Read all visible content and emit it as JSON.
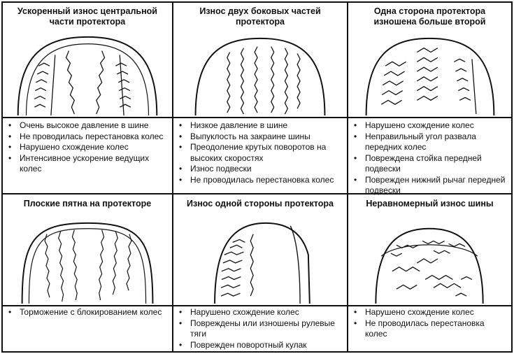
{
  "panels": [
    {
      "title": "Ускоренный износ центральной части протектора",
      "causes": [
        "Очень высокое давление в шине",
        "Не проводилась перестановка колес",
        "Нарушено схождение колес",
        "Интенсивное ускорение ведущих колес"
      ]
    },
    {
      "title": "Износ двух боковых частей протектора",
      "causes": [
        "Низкое давление в шине",
        "Выпуклость на закраине шины",
        "Преодоление крутых поворотов на высоких скоростях",
        "Износ подвески",
        "Не проводилась перестановка колес"
      ]
    },
    {
      "title": "Одна сторона протектора изношена больше второй",
      "causes": [
        "Нарушено схождение колес",
        "Неправильный угол развала передних колес",
        "Повреждена стойка передней подвески",
        "Поврежден нижний рычаг передней подвески"
      ]
    },
    {
      "title": "Плоские пятна на протекторе",
      "causes": [
        "Торможение с блокированием колес"
      ]
    },
    {
      "title": "Износ одной стороны протектора",
      "causes": [
        "Нарушено схождение колес",
        "Повреждены или изношены рулевые тяги",
        "Поврежден поворотный кулак"
      ]
    },
    {
      "title": "Неравномерный износ шины",
      "causes": [
        "Нарушено схождение колес",
        "Не проводилась перестановка колес"
      ]
    }
  ]
}
